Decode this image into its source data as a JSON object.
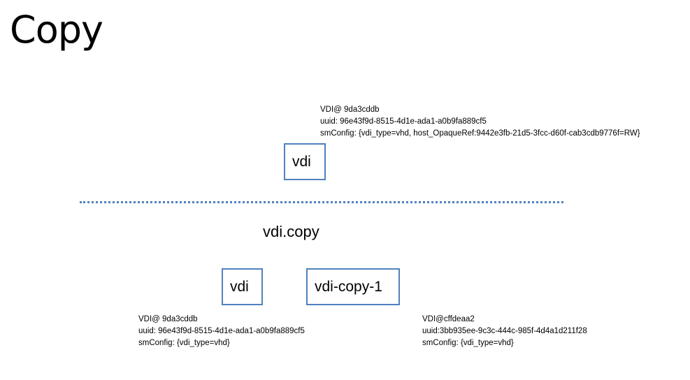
{
  "title": "Copy",
  "operation": "vdi.copy",
  "before": {
    "box_label": "vdi",
    "info": {
      "ref": "VDI@ 9da3cddb",
      "uuid": "uuid: 96e43f9d-8515-4d1e-ada1-a0b9fa889cf5",
      "smconfig": "smConfig: {vdi_type=vhd,  host_OpaqueRef:9442e3fb-21d5-3fcc-d60f-cab3cdb9776f=RW}"
    }
  },
  "after": {
    "original": {
      "box_label": "vdi",
      "info": {
        "ref": "VDI@ 9da3cddb",
        "uuid": "uuid: 96e43f9d-8515-4d1e-ada1-a0b9fa889cf5",
        "smconfig": "smConfig: {vdi_type=vhd}"
      }
    },
    "copy": {
      "box_label": "vdi-copy-1",
      "info": {
        "ref": "VDI@cffdeaa2",
        "uuid": "uuid:3bb935ee-9c3c-444c-985f-4d4a1d211f28",
        "smconfig": "smConfig: {vdi_type=vhd}"
      }
    }
  },
  "colors": {
    "accent": "#4f81bd",
    "text": "#000000",
    "background": "#ffffff"
  }
}
